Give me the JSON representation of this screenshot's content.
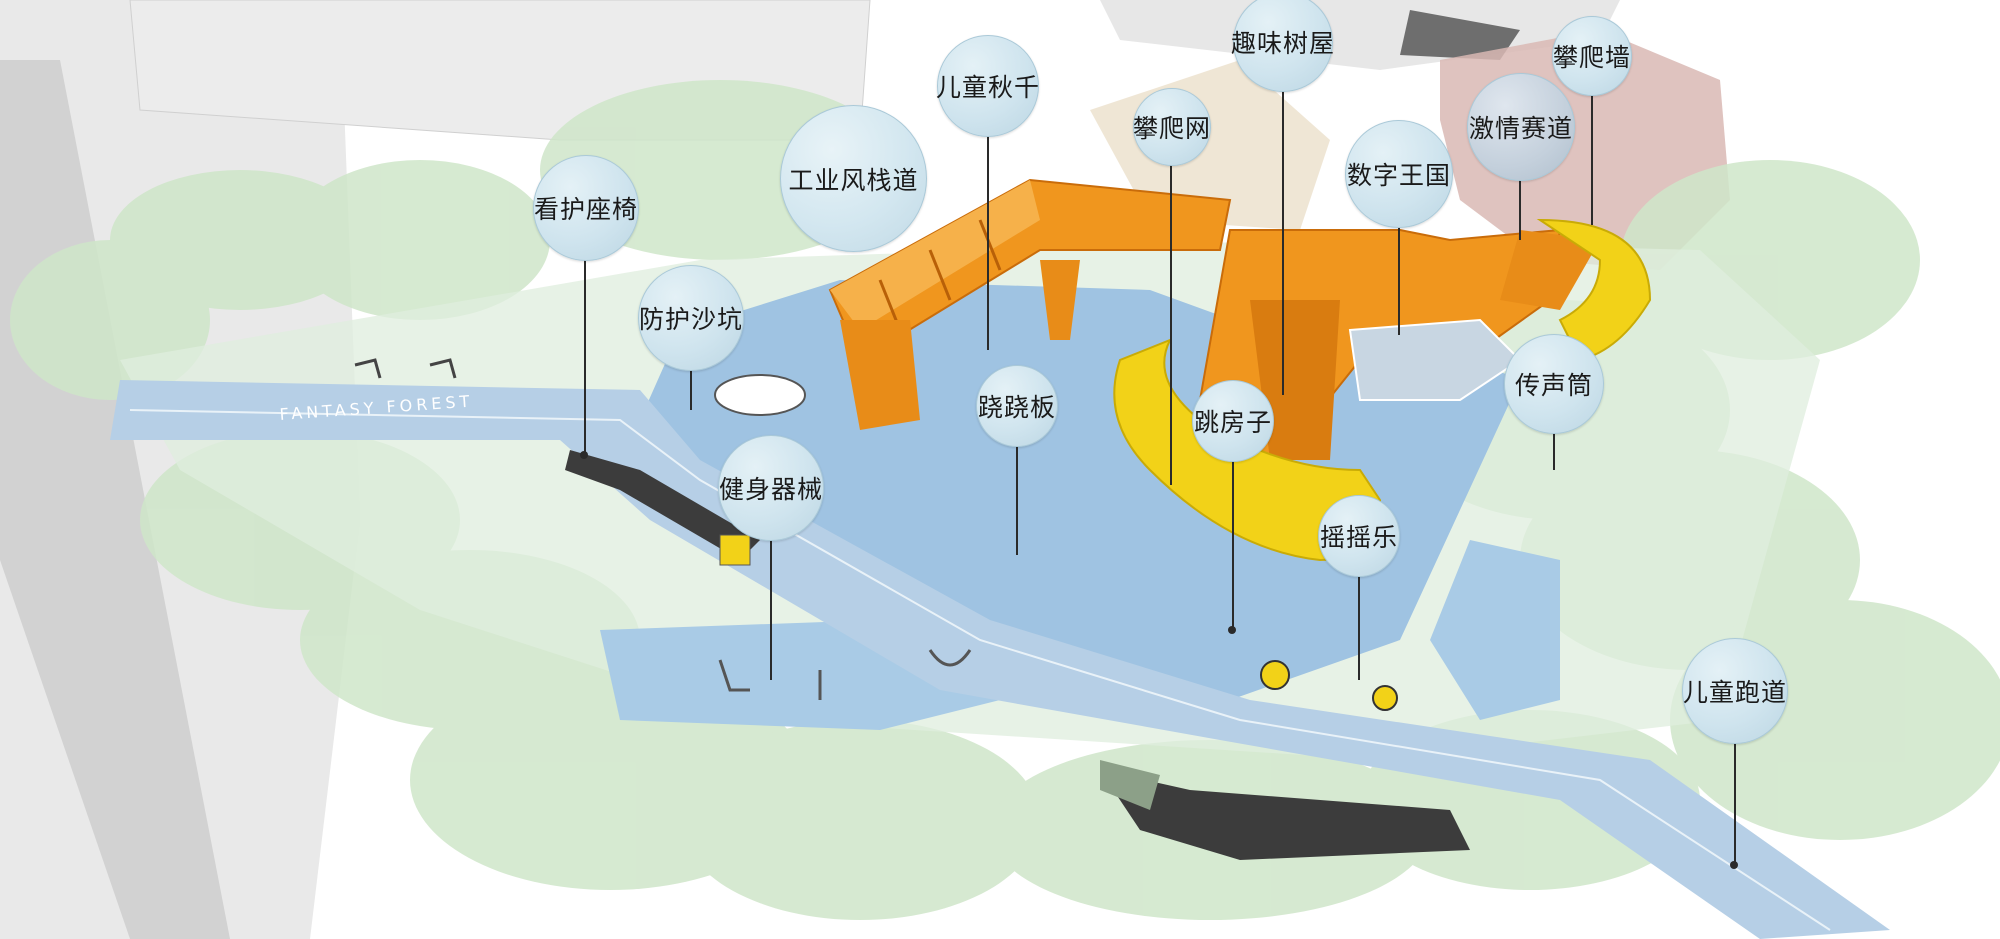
{
  "callouts": {
    "watch_bench": "看护座椅",
    "sandpit": "防护沙坑",
    "industrial_trestle": "工业风栈道",
    "kids_swing": "儿童秋千",
    "climbing_net": "攀爬网",
    "treehouse": "趣味树屋",
    "digital_kingdom": "数字王国",
    "racing_track": "激情赛道",
    "climbing_wall": "攀爬墙",
    "speaking_tube": "传声筒",
    "seesaw": "跷跷板",
    "hopscotch": "跳房子",
    "fitness_equipment": "健身器械",
    "rocking_toy": "摇摇乐",
    "kids_runway": "儿童跑道"
  },
  "ground_lettering": "FANTASY FOREST",
  "colors": {
    "tree_canopy": "#cfe6c9",
    "rubber_floor": "#9fc3e2",
    "structure_orange": "#f0961e",
    "structure_yellow": "#f2d218",
    "building_grey": "#dcdcdc",
    "callout_fill": "#cfe4ee"
  }
}
